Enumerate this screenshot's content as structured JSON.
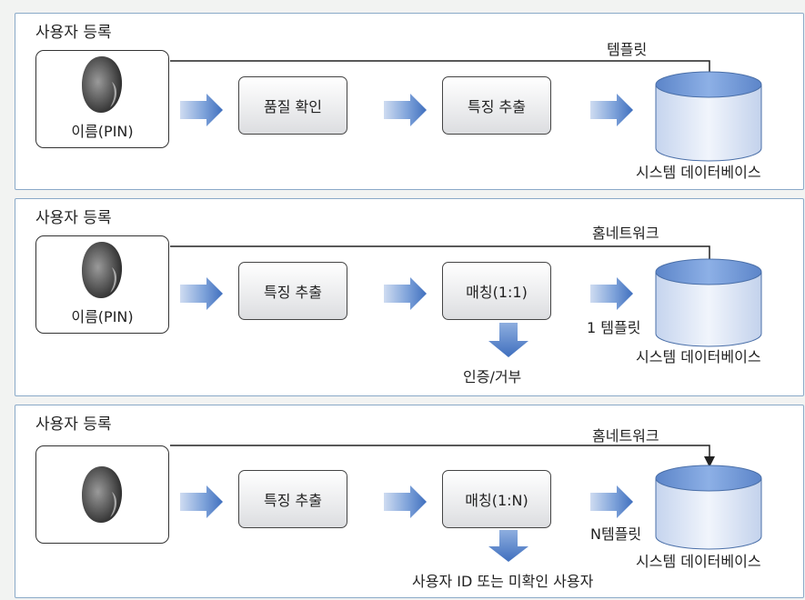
{
  "colors": {
    "arrow": "#4d7ec6",
    "border": "#8aa9c8",
    "cylinder_top": "#6f98d6",
    "cylinder_body": "#dfe8f6"
  },
  "panels": [
    {
      "title": "사용자 등록",
      "person_label": "이름(PIN)",
      "steps": [
        "품질 확인",
        "특징 추출"
      ],
      "top_label": "템플릿",
      "db_label": "시스템 데이터베이스"
    },
    {
      "title": "사용자 등록",
      "person_label": "이름(PIN)",
      "steps": [
        "특징 추출",
        "매칭(1:1)"
      ],
      "top_label": "홈네트워크",
      "side_label": "1 템플릿",
      "down_label": "인증/거부",
      "db_label": "시스템 데이터베이스"
    },
    {
      "title": "사용자 등록",
      "steps": [
        "특징 추출",
        "매칭(1:N)"
      ],
      "top_label": "홈네트워크",
      "side_label": "N템플릿",
      "down_label": "사용자 ID 또는 미확인 사용자",
      "db_label": "시스템 데이터베이스"
    }
  ]
}
